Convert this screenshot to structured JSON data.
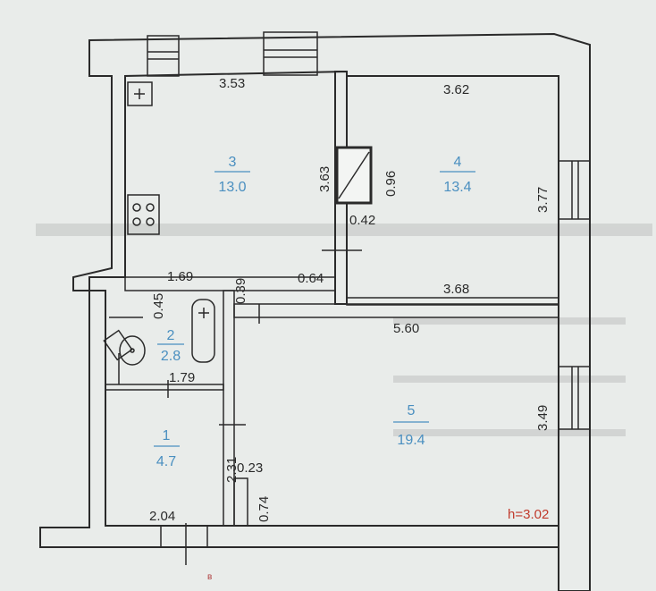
{
  "rooms": [
    {
      "number": "1",
      "area": "4.7"
    },
    {
      "number": "2",
      "area": "2.8"
    },
    {
      "number": "3",
      "area": "13.0"
    },
    {
      "number": "4",
      "area": "13.4"
    },
    {
      "number": "5",
      "area": "19.4"
    }
  ],
  "dimensions": {
    "kitchen_top": "3.53",
    "room4_top": "3.62",
    "kitchen_side": "3.63",
    "shaft": "0.96",
    "room4_side": "3.77",
    "shaft_depth": "0.42",
    "bath_top": "1.69",
    "wall_039": "0.39",
    "door_064": "0.64",
    "room4_bottom": "3.68",
    "bath_side": "0.45",
    "bath_bottom": "1.79",
    "room5_top": "5.60",
    "room5_side": "3.49",
    "hall_side": "2.31",
    "niche_023": "0.23",
    "niche_074": "0.74",
    "hall_bottom": "2.04"
  },
  "ceiling_height": "h=3.02",
  "entrance_mark": "в",
  "colors": {
    "room_label": "#4a8fc0",
    "height_label": "#c0392b",
    "lines": "#2a2a2a"
  }
}
